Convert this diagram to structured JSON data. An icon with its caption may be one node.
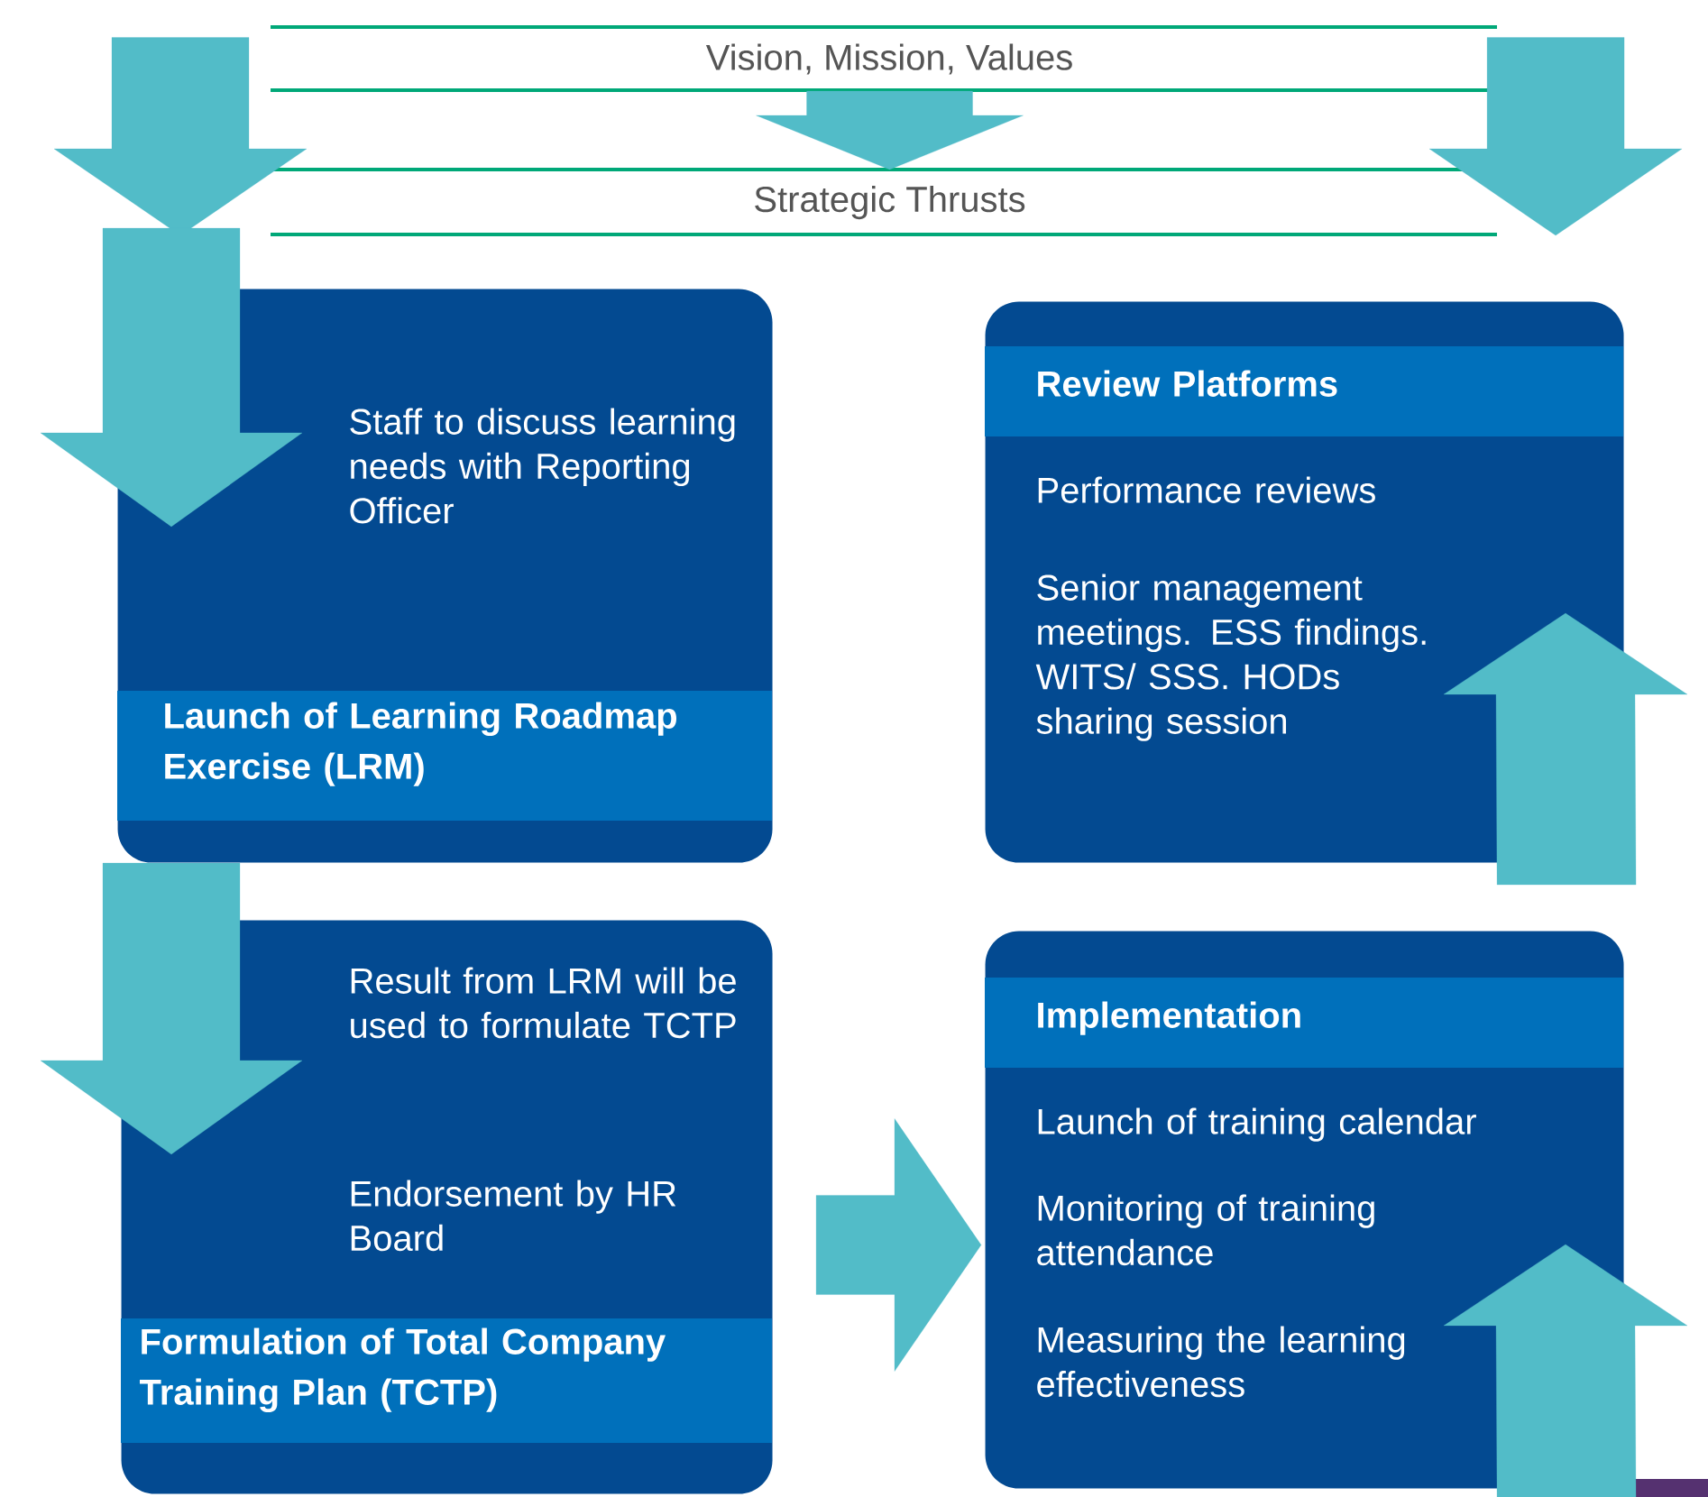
{
  "diagram": {
    "nodes": [
      {
        "text": [
          "Vision, Mission, Values"
        ]
      },
      {
        "text": [
          "Strategic Thrusts"
        ]
      },
      {
        "text": [
          "Staff to discuss learning needs with Reporting Officer",
          "Launch of Learning Roadmap Exercise (LRM)"
        ]
      },
      {
        "text": [
          "Review Platforms",
          "Performance reviews",
          "Senior management meetings. ESS findings. WITS/ SSS. HODs sharing session"
        ]
      },
      {
        "text": [
          "Result from LRM will be used to formulate TCTP",
          "Endorsement by HR Board",
          "Formulation of Total Company Training Plan (TCTP)"
        ]
      },
      {
        "text": [
          "Implementation",
          "Launch of training calendar",
          "Monitoring of training attendance",
          "Measuring the learning effectiveness"
        ]
      }
    ],
    "edges": [
      {
        "from": 0,
        "to": 1,
        "arrow": "to"
      },
      {
        "from": 0,
        "to": 1,
        "arrow": "to"
      },
      {
        "from": 0,
        "to": 1,
        "arrow": "to"
      },
      {
        "from": 1,
        "to": 2,
        "arrow": "to"
      },
      {
        "from": 2,
        "to": 4,
        "arrow": "to"
      },
      {
        "from": 4,
        "to": 5,
        "arrow": "to"
      },
      {
        "from": 5,
        "to": null,
        "arrow": "to"
      },
      {
        "from": 3,
        "to": null,
        "arrow": "to"
      }
    ]
  }
}
